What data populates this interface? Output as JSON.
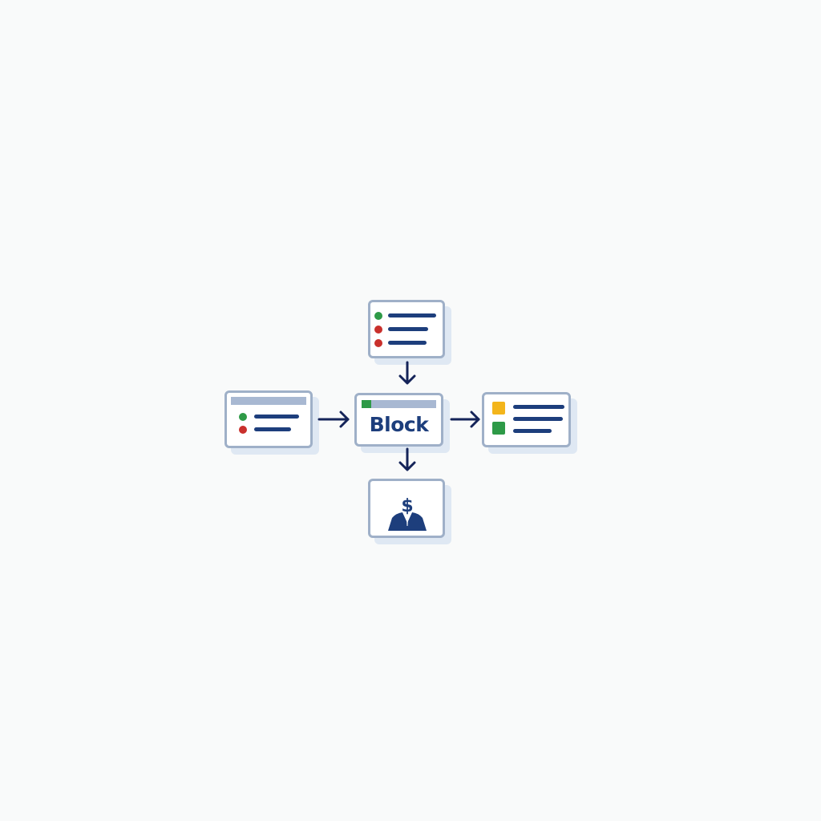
{
  "diagram": {
    "center_block": {
      "label": "Block"
    },
    "nodes": [
      {
        "id": "top",
        "content": "status-list",
        "bullet_colors": [
          "#2e9a47",
          "#c9302c",
          "#c9302c"
        ]
      },
      {
        "id": "left",
        "content": "titled-status-list",
        "bullet_colors": [
          "#2e9a47",
          "#c9302c"
        ]
      },
      {
        "id": "right",
        "content": "square-status-list",
        "square_colors": [
          "#f3b51b",
          "#2e9a47"
        ]
      },
      {
        "id": "bottom",
        "content": "money-person-icon"
      }
    ],
    "edges": [
      {
        "from": "top",
        "to": "center"
      },
      {
        "from": "left",
        "to": "center"
      },
      {
        "from": "center",
        "to": "right"
      },
      {
        "from": "center",
        "to": "bottom"
      }
    ]
  },
  "colors": {
    "background": "#f9fafa",
    "card_border": "#9fb0c8",
    "card_shadow": "#d1def0",
    "text_line": "#1d3e7c",
    "arrow": "#152459",
    "header_bar": "#a8b8d2",
    "green": "#2e9a47",
    "red": "#c9302c",
    "yellow": "#f3b51b"
  },
  "icons": {
    "bullet": "status-dot-icon",
    "square": "status-square-icon",
    "person": "money-person-icon",
    "arrow": "arrow-icon"
  }
}
